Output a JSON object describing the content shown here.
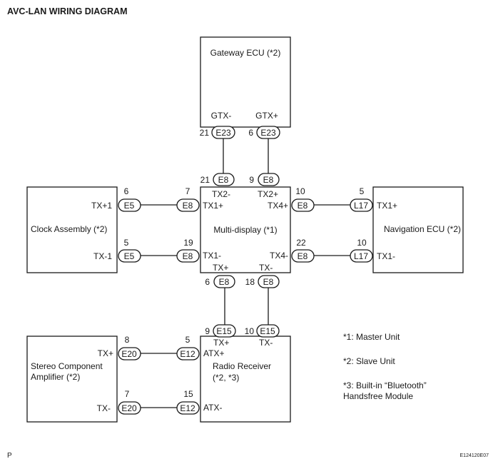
{
  "title": "AVC-LAN WIRING DIAGRAM",
  "corner_left": "P",
  "corner_right": "E124120E07",
  "components": {
    "gateway": "Gateway ECU (*2)",
    "clock_line1": "Clock Assembly (*2)",
    "multi": "Multi-display (*1)",
    "nav": "Navigation ECU (*2)",
    "stereo_line1": "Stereo Component",
    "stereo_line2": "Amplifier (*2)",
    "radio_line1": "Radio Receiver",
    "radio_line2": "(*2, *3)"
  },
  "pins": {
    "gtx_minus": "GTX-",
    "gtx_plus": "GTX+",
    "clock_tx_plus": "TX+1",
    "clock_tx_minus": "TX-1",
    "md_tx2_minus": "TX2-",
    "md_tx2_plus": "TX2+",
    "md_tx1_plus": "TX1+",
    "md_tx4_plus": "TX4+",
    "md_tx1_minus": "TX1-",
    "md_tx4_minus": "TX4-",
    "md_tx_plus": "TX+",
    "md_tx_minus": "TX-",
    "nav_tx1_plus": "TX1+",
    "nav_tx1_minus": "TX1-",
    "stereo_tx_plus": "TX+",
    "stereo_tx_minus": "TX-",
    "radio_atx_plus": "ATX+",
    "radio_atx_minus": "ATX-",
    "radio_tx_plus": "TX+",
    "radio_tx_minus": "TX-"
  },
  "connectors": {
    "gw_left": "E23",
    "gw_right": "E23",
    "md_top_left": "E8",
    "md_top_right": "E8",
    "clock_top": "E5",
    "clock_bottom": "E5",
    "md_left_top": "E8",
    "md_left_bottom": "E8",
    "md_right_top": "E8",
    "md_right_bottom": "E8",
    "nav_top": "L17",
    "nav_bottom": "L17",
    "md_bottom_left": "E8",
    "md_bottom_right": "E8",
    "radio_top_left": "E15",
    "radio_top_right": "E15",
    "stereo_top": "E20",
    "stereo_bottom": "E20",
    "radio_left_top": "E12",
    "radio_left_bottom": "E12"
  },
  "pin_numbers": {
    "gw_left": "21",
    "gw_right": "6",
    "md_top_left": "21",
    "md_top_right": "9",
    "clock_top": "6",
    "clock_bottom": "5",
    "md_left_top": "7",
    "md_left_bottom": "19",
    "md_right_top": "10",
    "md_right_bottom": "22",
    "nav_top": "5",
    "nav_bottom": "10",
    "md_bottom_left": "6",
    "md_bottom_right": "18",
    "radio_top_left": "9",
    "radio_top_right": "10",
    "stereo_top": "8",
    "stereo_bottom": "7",
    "radio_left_top": "5",
    "radio_left_bottom": "15"
  },
  "notes": {
    "n1": "*1: Master Unit",
    "n2": "*2: Slave Unit",
    "n3_line1": "*3: Built-in “Bluetooth”",
    "n3_line2": "Handsfree Module"
  }
}
